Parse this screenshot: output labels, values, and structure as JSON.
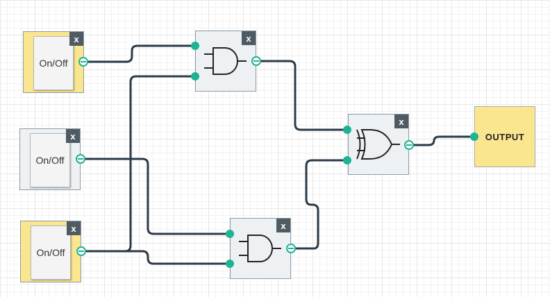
{
  "switches": [
    {
      "label": "On/Off",
      "close": "x",
      "state": "on"
    },
    {
      "label": "On/Off",
      "close": "x",
      "state": "off"
    },
    {
      "label": "On/Off",
      "close": "x",
      "state": "on"
    }
  ],
  "gates": [
    {
      "type": "AND",
      "close": "x"
    },
    {
      "type": "XOR",
      "close": "x"
    },
    {
      "type": "AND",
      "close": "x"
    }
  ],
  "output": {
    "label": "OUTPUT"
  },
  "colors": {
    "wire": "#2b3a48",
    "port": "#1db393",
    "on": "#fbe690",
    "panel": "#eef1f4",
    "header": "#4f5b63"
  }
}
